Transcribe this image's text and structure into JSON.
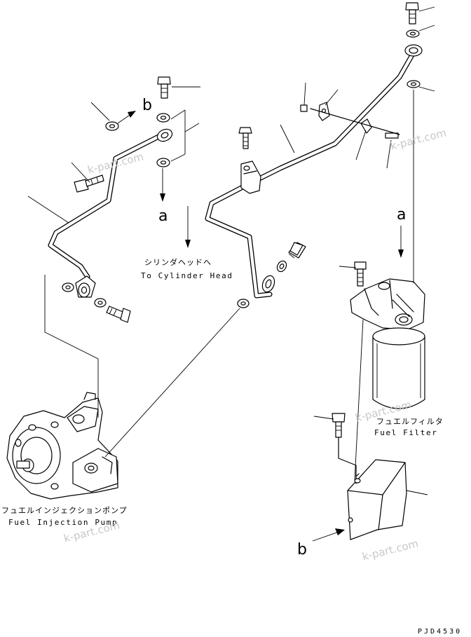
{
  "labels": {
    "cylinder_head_jp": "シリンダヘッドへ",
    "cylinder_head_en": "To Cylinder Head",
    "fuel_filter_jp": "フュエルフィルタ",
    "fuel_filter_en": "Fuel Filter",
    "injection_pump_jp": "フュエルインジェクションポンプ",
    "injection_pump_en": "Fuel Injection Pump",
    "ref_a": "a",
    "ref_b": "b",
    "drawing_code": "PJD4530"
  },
  "watermark": "k-part.com"
}
